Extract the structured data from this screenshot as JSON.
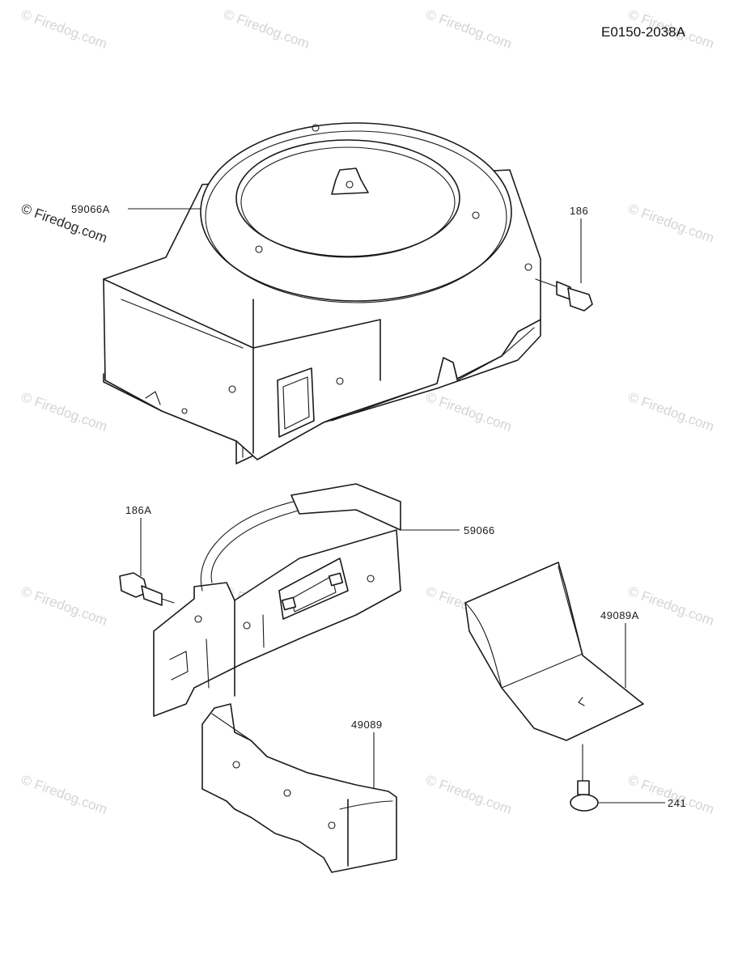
{
  "diagram_id": "E0150-2038A",
  "watermark": "© Firedog.com",
  "parts": [
    {
      "label": "59066A"
    },
    {
      "label": "186"
    },
    {
      "label": "186A"
    },
    {
      "label": "59066"
    },
    {
      "label": "49089A"
    },
    {
      "label": "49089"
    },
    {
      "label": "241"
    }
  ]
}
